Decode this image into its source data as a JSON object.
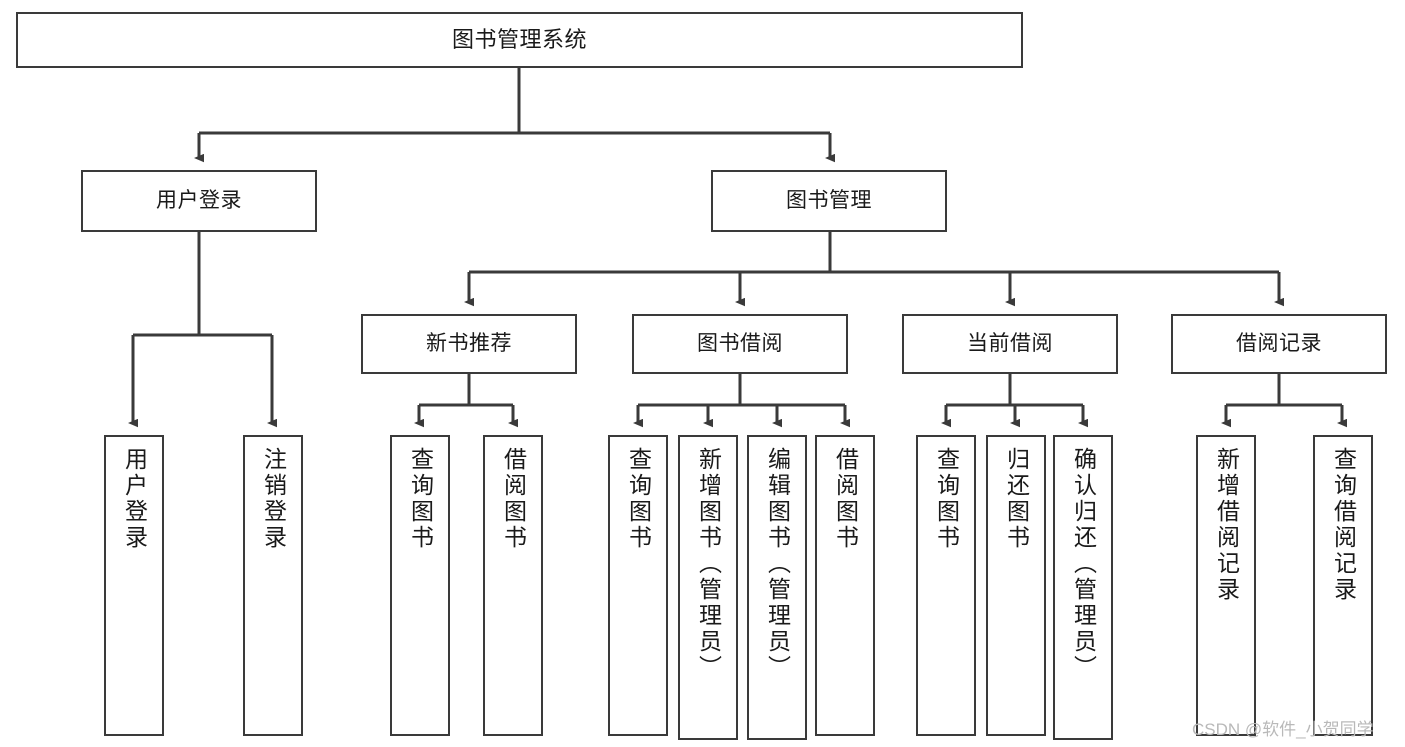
{
  "diagram": {
    "title": "图书管理系统",
    "type": "function-structure-tree",
    "orientation": "top-down",
    "style": {
      "box_border_color": "#3a3a3a",
      "box_fill_color": "#ffffff",
      "connector_color": "#3a3a3a",
      "text_color": "#1a1a1a",
      "background": "#ffffff",
      "watermark_color": "#b9b9b9"
    },
    "root": {
      "label": "图书管理系统"
    },
    "level2": [
      {
        "label": "用户登录"
      },
      {
        "label": "图书管理"
      }
    ],
    "level3": [
      {
        "label": "新书推荐"
      },
      {
        "label": "图书借阅"
      },
      {
        "label": "当前借阅"
      },
      {
        "label": "借阅记录"
      }
    ],
    "leaves": {
      "user_login": [
        {
          "label": "用户登录"
        },
        {
          "label": "注销登录"
        }
      ],
      "new_book_recommend": [
        {
          "label": "查询图书"
        },
        {
          "label": "借阅图书"
        }
      ],
      "book_borrow": [
        {
          "label": "查询图书"
        },
        {
          "label": "新增图书（管理员）"
        },
        {
          "label": "编辑图书（管理员）"
        },
        {
          "label": "借阅图书"
        }
      ],
      "current_borrow": [
        {
          "label": "查询图书"
        },
        {
          "label": "归还图书"
        },
        {
          "label": "确认归还（管理员）"
        }
      ],
      "borrow_record": [
        {
          "label": "新增借阅记录"
        },
        {
          "label": "查询借阅记录"
        }
      ]
    }
  },
  "watermark": {
    "text": "CSDN @软件_小贺同学"
  }
}
